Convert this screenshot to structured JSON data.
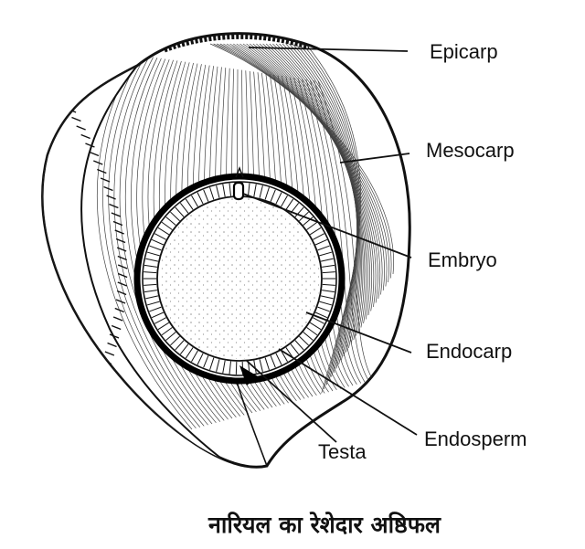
{
  "labels": {
    "epicarp": "Epicarp",
    "mesocarp": "Mesocarp",
    "embryo": "Embryo",
    "endocarp": "Endocarp",
    "endosperm": "Endosperm",
    "testa": "Testa"
  },
  "caption": "नारियल का रेशेदार अष्ठिफल",
  "colors": {
    "ink": "#111111",
    "background": "#ffffff",
    "endosperm_fill": "#f4f4f4"
  }
}
